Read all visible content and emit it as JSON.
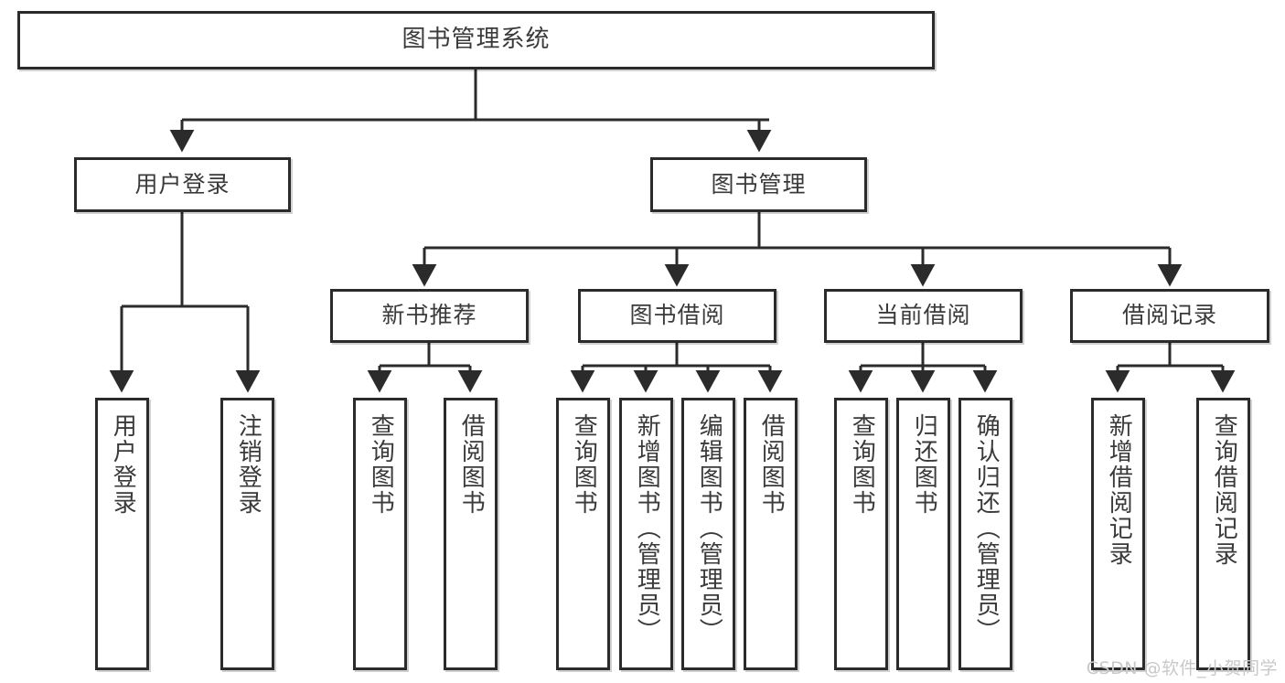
{
  "diagram": {
    "type": "tree",
    "title": "图书管理系统",
    "root": {
      "label": "图书管理系统"
    },
    "level2": [
      {
        "label": "用户登录"
      },
      {
        "label": "图书管理"
      }
    ],
    "level3": [
      {
        "label": "新书推荐"
      },
      {
        "label": "图书借阅"
      },
      {
        "label": "当前借阅"
      },
      {
        "label": "借阅记录"
      }
    ],
    "leaves": {
      "user_login": [
        {
          "label": "用户登录"
        },
        {
          "label": "注销登录"
        }
      ],
      "new_book_recommend": [
        {
          "label": "查询图书"
        },
        {
          "label": "借阅图书"
        }
      ],
      "book_borrow": [
        {
          "label": "查询图书"
        },
        {
          "label": "新增图书（管理员）"
        },
        {
          "label": "编辑图书（管理员）"
        },
        {
          "label": "借阅图书"
        }
      ],
      "current_borrow": [
        {
          "label": "查询图书"
        },
        {
          "label": "归还图书"
        },
        {
          "label": "确认归还（管理员）"
        }
      ],
      "borrow_record": [
        {
          "label": "新增借阅记录"
        },
        {
          "label": "查询借阅记录"
        }
      ]
    },
    "watermark": "CSDN @软件_小贺同学",
    "colors": {
      "stroke": "#2b2b2b",
      "text": "#3a3a3a",
      "fill": "#ffffff",
      "watermark": "#c9c9c9"
    }
  }
}
